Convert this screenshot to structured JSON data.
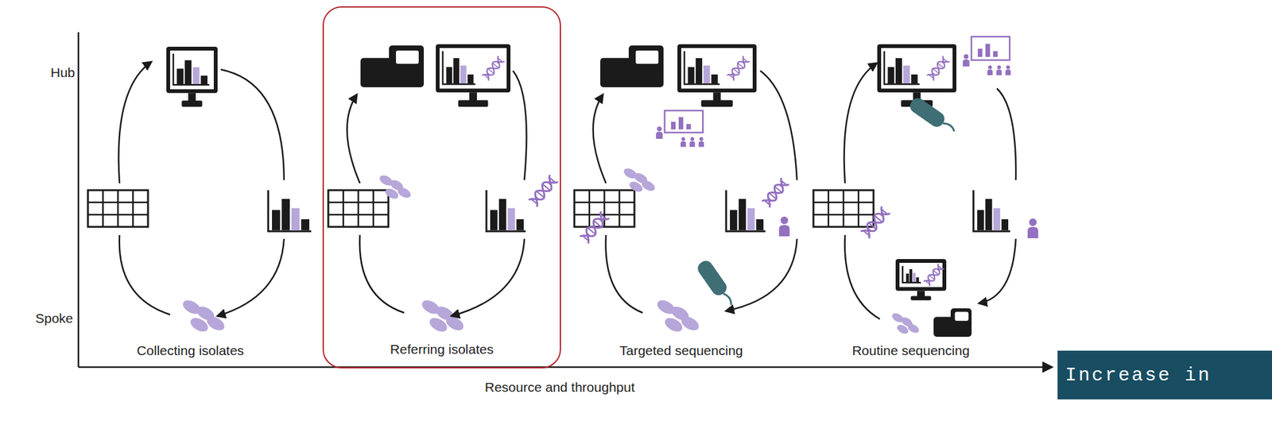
{
  "diagram": {
    "nodes": [
      {
        "text": [
          "Referring isolates"
        ]
      },
      {
        "text": [
          "Increase in"
        ]
      }
    ],
    "labels": [
      "Hub",
      "Spoke",
      "Collecting isolates",
      "Targeted sequencing",
      "Routine sequencing",
      "Resource and throughput"
    ]
  }
}
